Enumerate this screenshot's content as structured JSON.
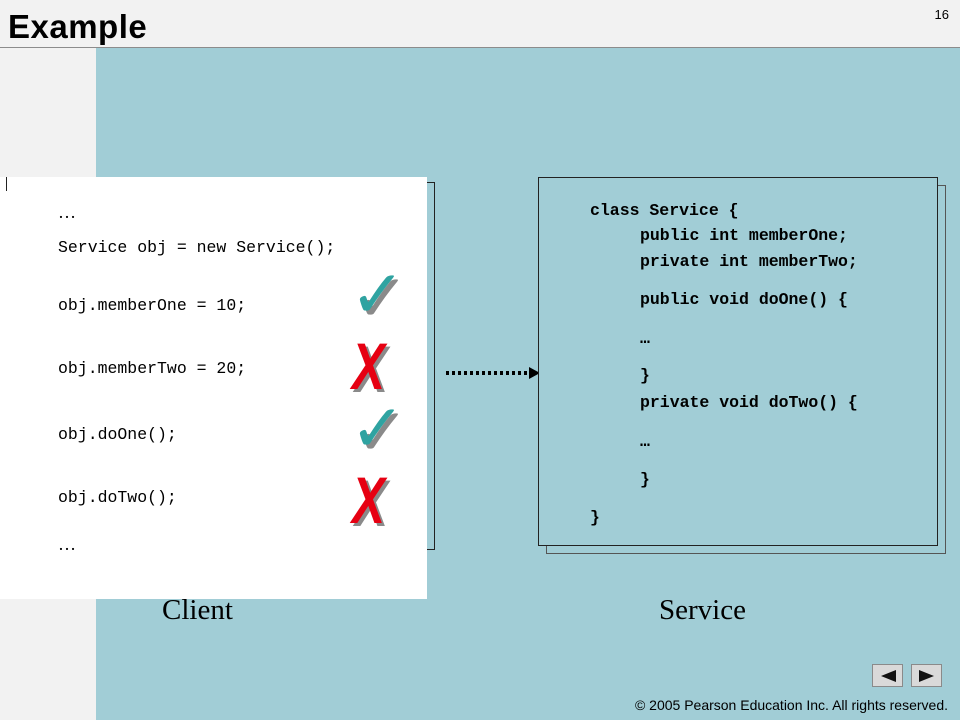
{
  "slide": {
    "title": "Example",
    "number": "16"
  },
  "client": {
    "lines": [
      "…",
      "Service obj = new Service();",
      "obj.memberOne = 10;",
      "obj.memberTwo = 20;",
      "obj.doOne();",
      "obj.doTwo();",
      "…"
    ],
    "marks": [
      "check",
      "cross",
      "check",
      "cross"
    ],
    "caption": "Client"
  },
  "service": {
    "lines": [
      "class Service {",
      "public int memberOne;",
      "private int memberTwo;",
      "public void doOne() {",
      "…",
      "}",
      "private void doTwo() {",
      "…",
      "}",
      "}"
    ],
    "caption": "Service"
  },
  "marks": {
    "check_glyph": "✓",
    "cross_glyph": "X",
    "check_color": "#2fa3a1",
    "cross_color": "#e60012"
  },
  "footer": {
    "copyright": "© 2005 Pearson Education Inc.  All rights reserved."
  },
  "nav": {
    "prev_icon": "triangle-left-icon",
    "next_icon": "triangle-right-icon"
  },
  "colors": {
    "teal_background": "#a1cdd6",
    "panel_background": "#ffffff"
  }
}
